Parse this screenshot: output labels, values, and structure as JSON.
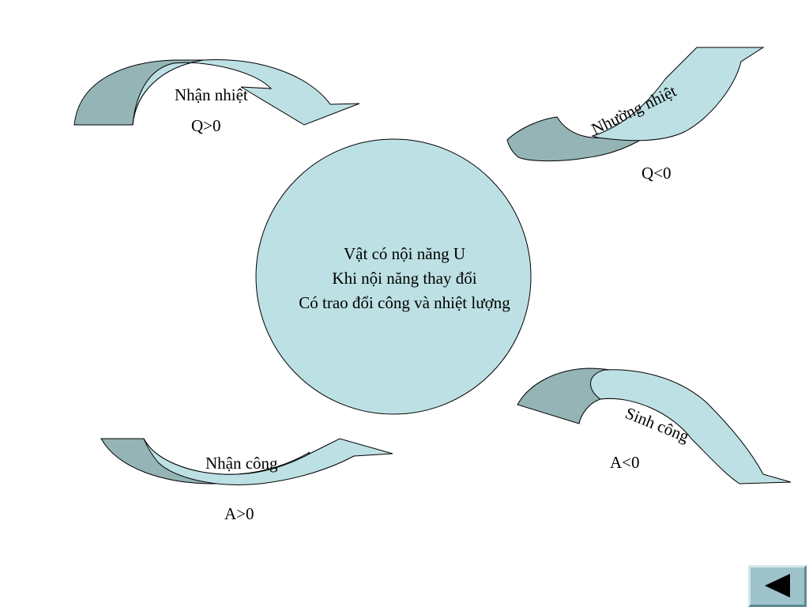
{
  "diagram": {
    "center": {
      "lines": [
        "Vật có nội năng U",
        "Khi nội năng thay đổi",
        "Có trao đổi công và nhiệt lượng"
      ]
    },
    "arrows": {
      "receive_heat": {
        "label": "Nhận nhiệt",
        "sign": "Q>0"
      },
      "release_heat": {
        "label": "Nhường nhiệt",
        "sign": "Q<0"
      },
      "do_work": {
        "label": "Sinh công",
        "sign": "A<0"
      },
      "receive_work": {
        "label": "Nhận công",
        "sign": "A>0"
      }
    },
    "colors": {
      "circle_fill": "#bde0e4",
      "arrow_front": "#bde0e4",
      "arrow_back": "#94b4b6",
      "outline": "#000000",
      "button": "#9ec3ca",
      "button_icon": "#000000"
    }
  },
  "controls": {
    "back_icon": "triangle-left-icon"
  }
}
